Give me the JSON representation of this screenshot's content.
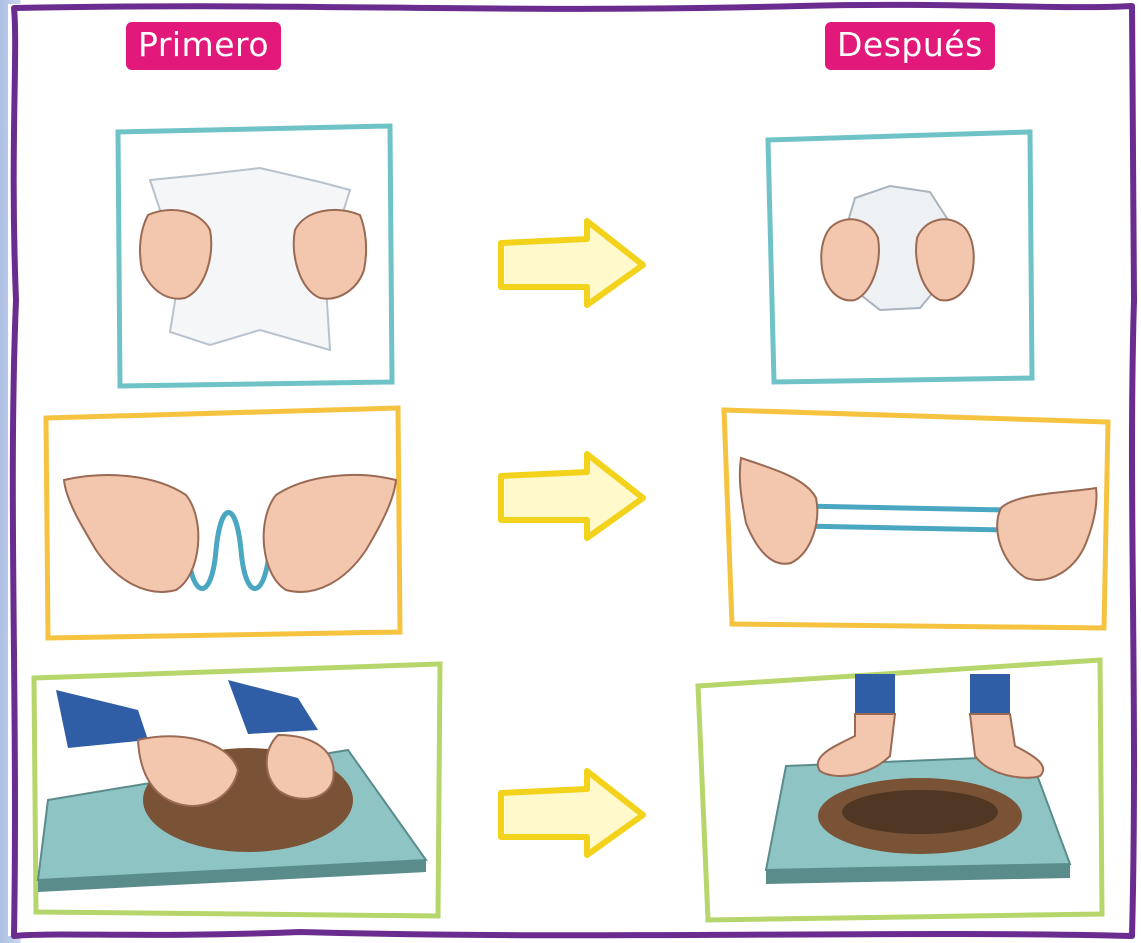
{
  "labels": {
    "first": "Primero",
    "after": "Después"
  },
  "rows": [
    {
      "before": "paper-flat",
      "after": "paper-crumpled",
      "frame_color": "#6fc3c7"
    },
    {
      "before": "rubber-band-relaxed",
      "after": "rubber-band-stretched",
      "frame_color": "#f6c340"
    },
    {
      "before": "clay-lump",
      "after": "clay-ring",
      "frame_color": "#b6d56a"
    }
  ],
  "colors": {
    "label_bg": "#e2197a",
    "border": "#6a2c8e",
    "arrow": "#f3d21b"
  },
  "icons": {
    "arrow": "arrow-right-icon"
  }
}
